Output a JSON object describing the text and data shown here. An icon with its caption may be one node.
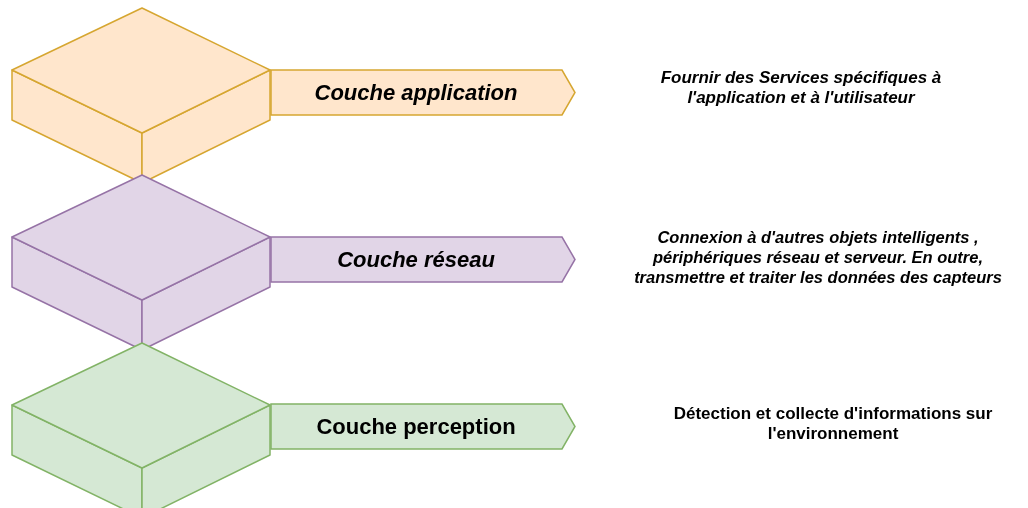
{
  "diagram": {
    "nodes": [
      {
        "text": [],
        "shape": "box"
      },
      {
        "text": [
          "Couche application"
        ]
      },
      {
        "text": [],
        "shape": "box"
      },
      {
        "text": [
          "Couche réseau"
        ]
      },
      {
        "text": [],
        "shape": "box"
      },
      {
        "text": [
          "Couche perception"
        ]
      }
    ],
    "labels": [
      "Fournir des Services spécifiques à l'application et à l'utilisateur",
      "Connexion à d'autres objets intelligents , périphériques réseau et serveur. En outre, transmettre et traiter les données des capteurs",
      "Détection et collecte d'informations sur l'environnement"
    ]
  }
}
